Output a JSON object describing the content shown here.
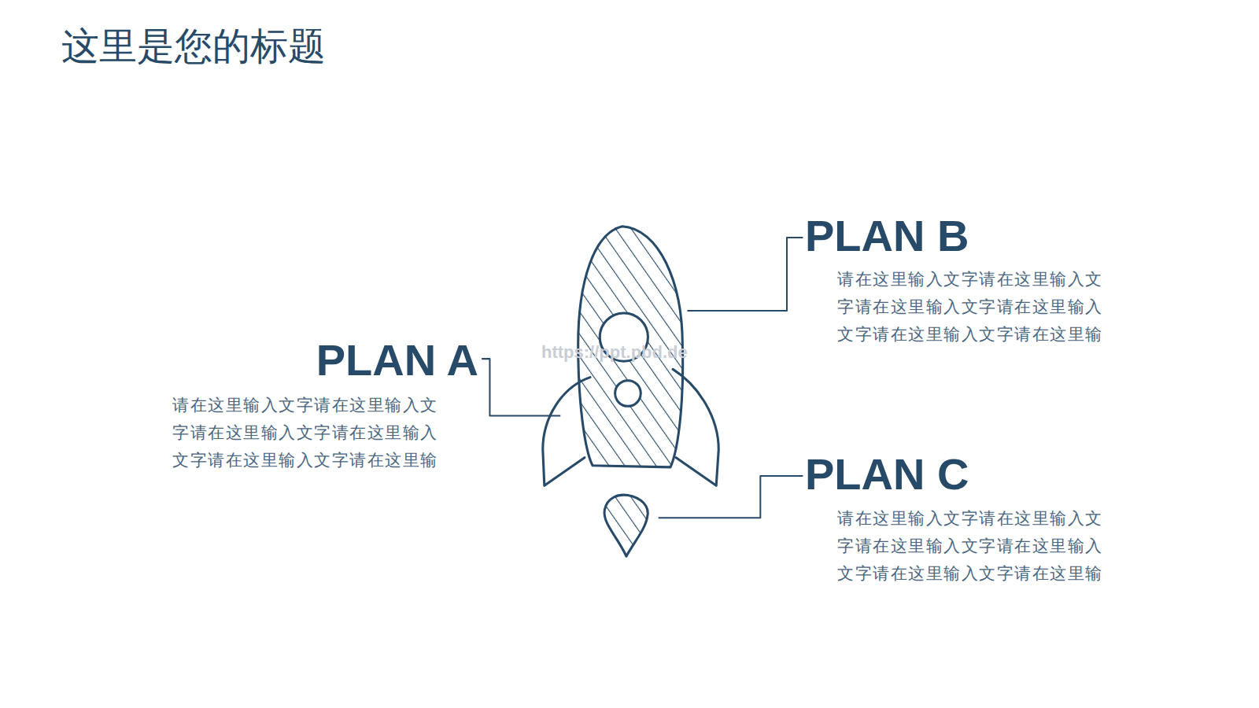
{
  "diagram": {
    "title": "这里是您的标题",
    "labels": [
      "PLAN A",
      "请在这里输入文字请在这里输入文 字请在这里输入文字请在这里输入 文字请在这里输入文字请在这里输",
      "PLAN B",
      "请在这里输入文字请在这里输入文 字请在这里输入文字请在这里输入 文字请在这里输入文字请在这里输",
      "PLAN C",
      "请在这里输入文字请在这里输入文 字请在这里输入文字请在这里输入 文字请在这里输入文字请在这里输",
      "https://ppt.pbd.de"
    ]
  }
}
